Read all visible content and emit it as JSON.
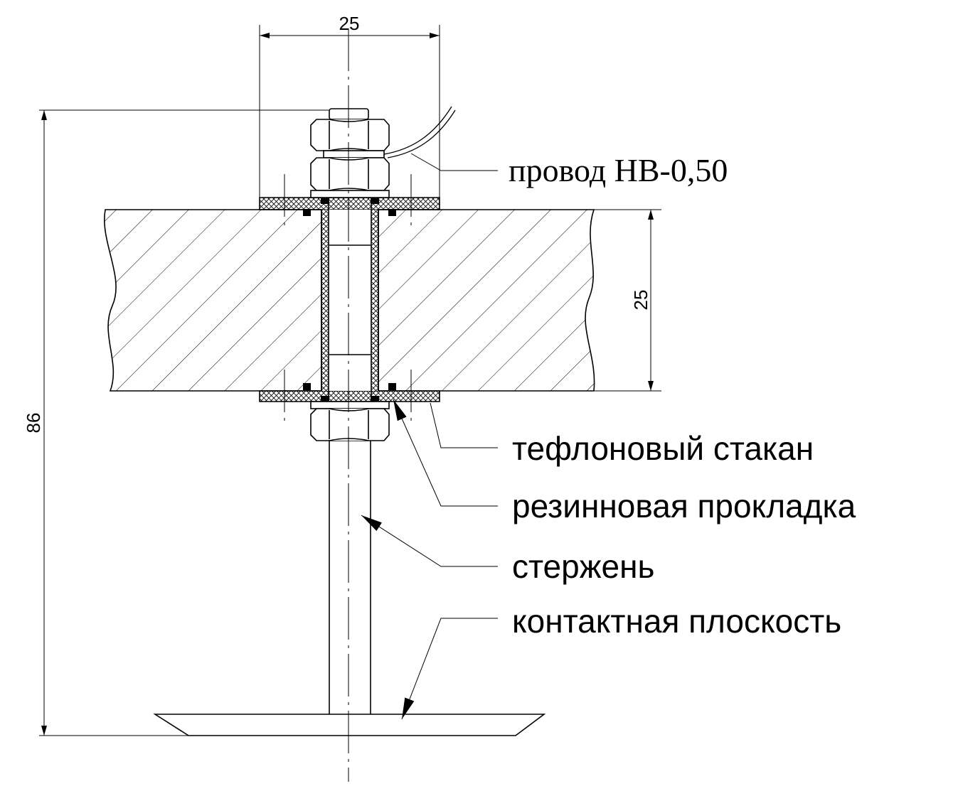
{
  "dimensions": {
    "top_width": "25",
    "plate_thickness": "25",
    "total_height": "86"
  },
  "labels": {
    "wire": "провод НВ-0,50",
    "sleeve": "тефлоновый стакан",
    "gasket": "резинновая прокладка",
    "rod": "стержень",
    "contact": "контактная плоскость"
  }
}
